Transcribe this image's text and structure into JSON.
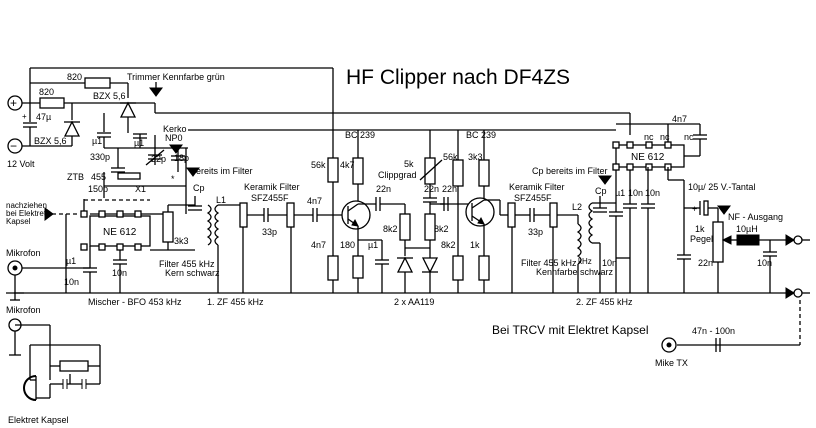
{
  "title": "HF Clipper  nach  DF4ZS",
  "power": {
    "plus": "+",
    "minus": "−",
    "voltage": "12 Volt"
  },
  "labels": {
    "r820_top": "820",
    "r820_left": "820",
    "trimmer_note": "Trimmer Kennfarbe grün",
    "bzx_top": "BZX 5,6",
    "bzx_left": "BZX 5,6",
    "c47u": "47µ",
    "kerko": "Kerko",
    "np0": "NP0",
    "c_u1_top": "µ1",
    "c22p": "22p",
    "c18p": "18p",
    "c330p": "330p",
    "c150p": "150p",
    "ztb": "ZTB",
    "f455": "455",
    "x1": "X1",
    "star": "*",
    "bereits_filter": "bereits im Filter",
    "cp1": "Cp",
    "l1": "L1",
    "keramik1": "Keramik Filter",
    "sfz1": "SFZ455F",
    "c33p1": "33p",
    "ne612_1": "NE 612",
    "r3k3": "3k3",
    "nachziehen": "nachziehen bei Elektret Kapsel",
    "mikrofon1": "Mikrofon",
    "c_u1_low": "µ1",
    "c10n_mix": "10n",
    "c10n_mix2": "10n",
    "filter455_1": "Filter 455 kHz",
    "kern_schwarz": "Kern schwarz",
    "mischer": "Mischer - BFO 453 kHz",
    "zf1": "1. ZF 455 kHz",
    "c4n7_in": "4n7",
    "c4n7_b": "4n7",
    "bc239_1": "BC 239",
    "bc239_2": "BC 239",
    "r56k_1": "56k",
    "r4k7_1": "4k7",
    "r180": "180",
    "c_u1_mid": "µ1",
    "c22n_1": "22n",
    "r8k2_1": "8k2",
    "r5k": "5k",
    "clippgrad": "Clippgrad",
    "c22n_2": "22n",
    "r8k2_2": "8k2",
    "r8k2_3": "8k2",
    "r56k_2": "56k",
    "r3k3_2": "3k3",
    "c22n_3": "22n",
    "r1k_1": "1k",
    "diodes": "2 x AA119",
    "keramik2": "Keramik Filter",
    "sfz2": "SFZ455F",
    "c33p2": "33p",
    "cp_bereits2": "Cp bereits im Filter",
    "cp2": "Cp",
    "l2": "L2",
    "c_u1_r": "µ1",
    "c10n_r1": "10n",
    "filter455_2": "Filter 455 kHz",
    "kennfarbe_schwarz": "Kennfarbe schwarz",
    "c10n_r2": "10n",
    "zf2": "2. ZF 455 kHz",
    "ne612_2": "NE 612",
    "nc1": "nc",
    "nc2": "nc",
    "nc3": "nc",
    "c4n7_top": "4n7",
    "c_u1_ne2": "µ1",
    "c10n_ne2": "10n",
    "tantal": "10µ/ 25 V.-Tantal",
    "plus_small": "+",
    "nf_ausgang": "NF - Ausgang",
    "r1k_pegel": "1k",
    "pegel": "Pegel",
    "l10uh": "10µH",
    "c22n_out": "22n",
    "c10n_out": "10n",
    "elektret_note": "Bei TRCV mit Elektret Kapsel",
    "c47n100n": "47n - 100n",
    "mike_tx": "Mike TX",
    "mikrofon2": "Mikrofon",
    "elektret_kapsel": "Elektret Kapsel"
  }
}
